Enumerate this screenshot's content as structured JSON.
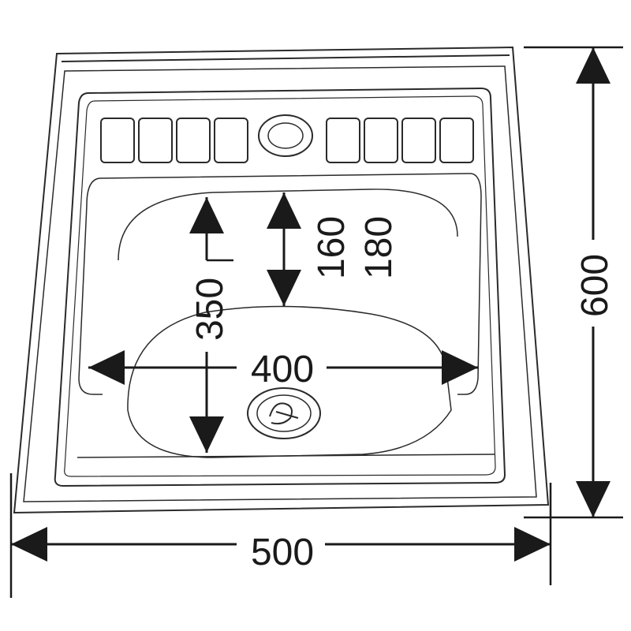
{
  "dimensions": {
    "overall_width": "500",
    "overall_depth": "600",
    "bowl_width": "400",
    "bowl_length": "350",
    "depth_a": "160",
    "depth_b": "180"
  },
  "colors": {
    "line": "#1a1a1a",
    "outline": "#2a2a2a",
    "background": "#ffffff"
  },
  "icons": {
    "drain": "drain-icon",
    "overflow": "overflow-icon",
    "arrow": "arrowhead-icon"
  }
}
